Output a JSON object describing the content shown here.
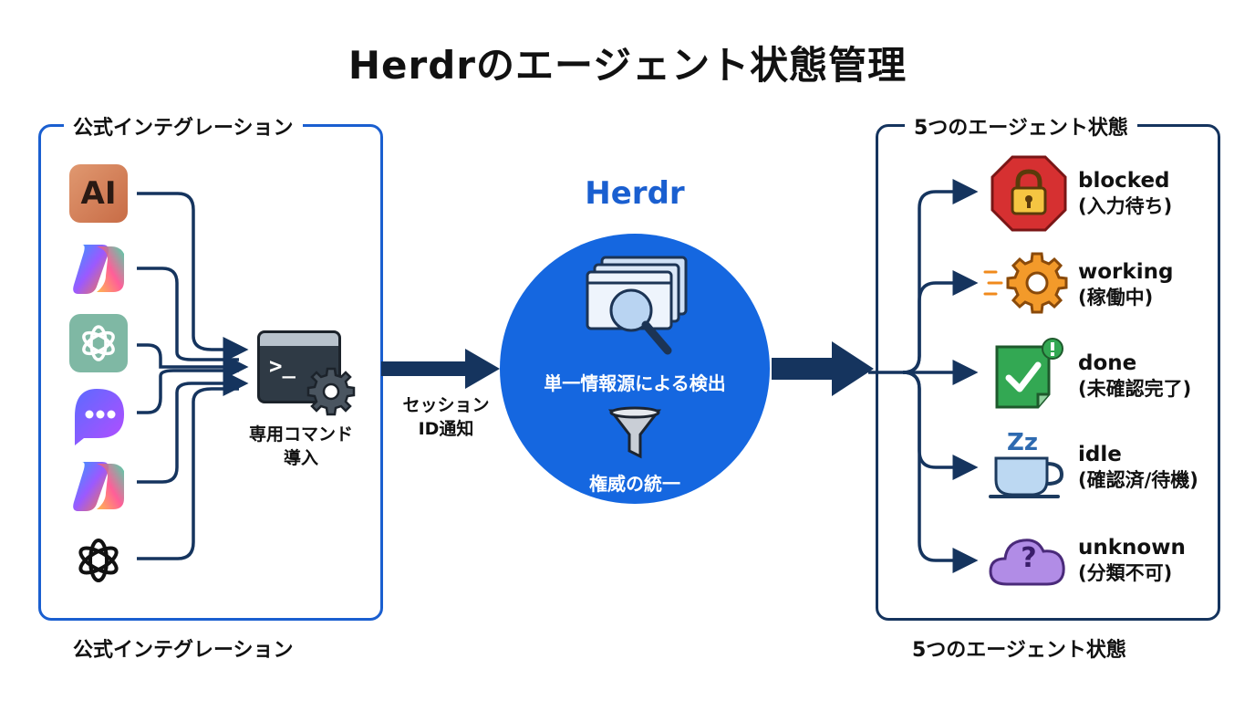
{
  "title": "Herdrのエージェント状態管理",
  "left_panel": {
    "legend": "公式インテグレーション",
    "caption": "公式インテグレーション",
    "logos": [
      {
        "icon": "anthropic-logo-icon",
        "text": "AI"
      },
      {
        "icon": "copilot-logo-icon"
      },
      {
        "icon": "openai-green-logo-icon"
      },
      {
        "icon": "chat-bubble-logo-icon"
      },
      {
        "icon": "copilot-logo-icon"
      },
      {
        "icon": "openai-black-logo-icon"
      }
    ],
    "terminal_prompt": ">_",
    "command_label_line1": "専用コマンド",
    "command_label_line2": "導入"
  },
  "session_label_line1": "セッション",
  "session_label_line2": "ID通知",
  "center": {
    "name": "Herdr",
    "feature1": "単一情報源による検出",
    "feature2": "権威の統一"
  },
  "right_panel": {
    "legend": "5つのエージェント状態",
    "caption": "5つのエージェント状態",
    "states": [
      {
        "name": "blocked",
        "desc": "(入力待ち)",
        "icon": "lock-stop-sign-icon",
        "color": "#d63031"
      },
      {
        "name": "working",
        "desc": "(稼働中)",
        "icon": "gear-icon",
        "color": "#f08a1c"
      },
      {
        "name": "done",
        "desc": "(未確認完了)",
        "icon": "checkmark-note-icon",
        "color": "#33a853"
      },
      {
        "name": "idle",
        "desc": "(確認済/待機)",
        "icon": "coffee-cup-icon",
        "color": "#6fa8dc",
        "zz": "Zz"
      },
      {
        "name": "unknown",
        "desc": "(分類不可)",
        "icon": "question-cloud-icon",
        "color": "#9b6fd6",
        "q": "?"
      }
    ]
  },
  "colors": {
    "accent": "#1a5fd0",
    "navy": "#15345e",
    "circle": "#1567e0"
  }
}
